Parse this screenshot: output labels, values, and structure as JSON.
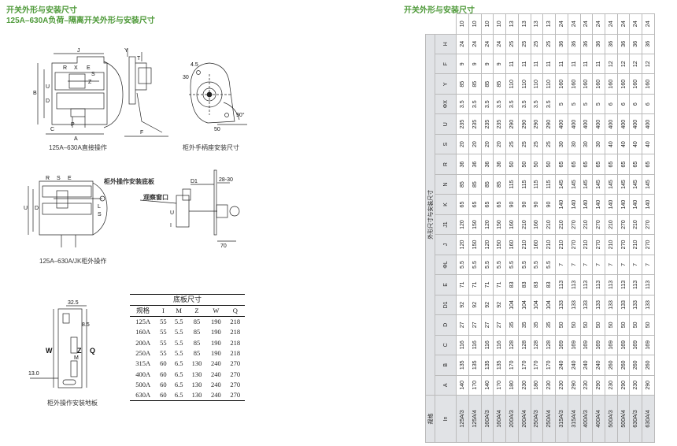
{
  "left_page": {
    "title": "开关外形与安装尺寸",
    "subtitle": "125A–630A负荷–隔离开关外形与安装尺寸",
    "figures": {
      "direct": {
        "caption": "125A–630A直接操作",
        "labels": [
          "J",
          "X",
          "R",
          "E",
          "S",
          "Z",
          "B",
          "U",
          "D",
          "P",
          "C",
          "A",
          "Y",
          "T",
          "F"
        ]
      },
      "handle": {
        "caption": "柜外手柄座安装尺寸",
        "labels": [
          "4.5",
          "30",
          "50",
          "90°"
        ]
      },
      "cabinet": {
        "caption": "125A–630A/JK柜外操作",
        "callout_base": "柜外操作安装底板",
        "callout_window": "观察窗口",
        "labels": [
          "R",
          "S",
          "E",
          "U",
          "D",
          "L",
          "S",
          "U",
          "I",
          "D1",
          "28-30",
          "70"
        ]
      },
      "base": {
        "caption": "柜外操作安装地板",
        "labels": [
          "32.5",
          "8.5",
          "W",
          "Z",
          "Q",
          "M",
          "13.0"
        ]
      }
    },
    "base_table": {
      "caption": "底板尺寸",
      "headers": [
        "规格",
        "I",
        "M",
        "Z",
        "W",
        "Q"
      ],
      "rows": [
        [
          "125A",
          "55",
          "5.5",
          "85",
          "190",
          "218"
        ],
        [
          "160A",
          "55",
          "5.5",
          "85",
          "190",
          "218"
        ],
        [
          "200A",
          "55",
          "5.5",
          "85",
          "190",
          "218"
        ],
        [
          "250A",
          "55",
          "5.5",
          "85",
          "190",
          "218"
        ],
        [
          "315A",
          "60",
          "6.5",
          "130",
          "240",
          "270"
        ],
        [
          "400A",
          "60",
          "6.5",
          "130",
          "240",
          "270"
        ],
        [
          "500A",
          "60",
          "6.5",
          "130",
          "240",
          "270"
        ],
        [
          "630A",
          "60",
          "6.5",
          "130",
          "240",
          "270"
        ]
      ]
    }
  },
  "right_page": {
    "title": "开关外形与安装尺寸",
    "table": {
      "spec_label": "规格",
      "in_label": "In",
      "group_label": "外形尺寸与安装尺寸",
      "columns": [
        "A",
        "B",
        "C",
        "D",
        "D1",
        "E",
        "ΦL",
        "J",
        "J1",
        "K",
        "N",
        "R",
        "S",
        "U",
        "ΦX",
        "Y",
        "F",
        "H"
      ],
      "rows": [
        [
          "125A/3",
          "140",
          "135",
          "116",
          "27",
          "92",
          "71",
          "5.5",
          "120",
          "120",
          "65",
          "85",
          "36",
          "20",
          "235",
          "3.5",
          "85",
          "9",
          "24",
          "10"
        ],
        [
          "125A/4",
          "170",
          "135",
          "116",
          "27",
          "92",
          "71",
          "5.5",
          "150",
          "150",
          "65",
          "85",
          "36",
          "20",
          "235",
          "3.5",
          "85",
          "9",
          "24",
          "10"
        ],
        [
          "160A/3",
          "140",
          "135",
          "116",
          "27",
          "92",
          "71",
          "5.5",
          "120",
          "120",
          "65",
          "85",
          "36",
          "20",
          "235",
          "3.5",
          "85",
          "9",
          "24",
          "10"
        ],
        [
          "160A/4",
          "170",
          "135",
          "116",
          "27",
          "92",
          "71",
          "5.5",
          "150",
          "150",
          "65",
          "85",
          "36",
          "20",
          "235",
          "3.5",
          "85",
          "9",
          "24",
          "10"
        ],
        [
          "200A/3",
          "180",
          "170",
          "128",
          "35",
          "104",
          "83",
          "5.5",
          "160",
          "160",
          "90",
          "115",
          "50",
          "25",
          "290",
          "3.5",
          "110",
          "11",
          "25",
          "13"
        ],
        [
          "200A/4",
          "230",
          "170",
          "128",
          "35",
          "104",
          "83",
          "5.5",
          "210",
          "210",
          "90",
          "115",
          "50",
          "25",
          "290",
          "3.5",
          "110",
          "11",
          "25",
          "13"
        ],
        [
          "250A/3",
          "180",
          "170",
          "128",
          "35",
          "104",
          "83",
          "5.5",
          "160",
          "160",
          "90",
          "115",
          "50",
          "25",
          "290",
          "3.5",
          "110",
          "11",
          "25",
          "13"
        ],
        [
          "250A/4",
          "230",
          "170",
          "128",
          "35",
          "104",
          "83",
          "5.5",
          "210",
          "210",
          "90",
          "115",
          "50",
          "25",
          "290",
          "3.5",
          "110",
          "11",
          "25",
          "13"
        ],
        [
          "315A/3",
          "230",
          "240",
          "169",
          "50",
          "133",
          "113",
          "7",
          "210",
          "210",
          "140",
          "145",
          "65",
          "30",
          "400",
          "5",
          "160",
          "11",
          "36",
          "24"
        ],
        [
          "315A/4",
          "290",
          "240",
          "169",
          "50",
          "133",
          "113",
          "7",
          "270",
          "270",
          "140",
          "145",
          "65",
          "30",
          "400",
          "5",
          "160",
          "11",
          "36",
          "24"
        ],
        [
          "400A/3",
          "230",
          "240",
          "169",
          "50",
          "133",
          "113",
          "7",
          "210",
          "210",
          "140",
          "145",
          "65",
          "30",
          "400",
          "5",
          "160",
          "11",
          "36",
          "24"
        ],
        [
          "400A/4",
          "290",
          "240",
          "169",
          "50",
          "133",
          "113",
          "7",
          "270",
          "270",
          "140",
          "145",
          "65",
          "30",
          "400",
          "5",
          "160",
          "11",
          "36",
          "24"
        ],
        [
          "500A/3",
          "230",
          "260",
          "169",
          "50",
          "133",
          "113",
          "7",
          "210",
          "210",
          "140",
          "145",
          "65",
          "40",
          "400",
          "6",
          "160",
          "12",
          "36",
          "24"
        ],
        [
          "500A/4",
          "290",
          "260",
          "169",
          "50",
          "133",
          "113",
          "7",
          "270",
          "270",
          "140",
          "145",
          "65",
          "40",
          "400",
          "6",
          "160",
          "12",
          "36",
          "24"
        ],
        [
          "630A/3",
          "230",
          "260",
          "169",
          "50",
          "133",
          "113",
          "7",
          "210",
          "210",
          "140",
          "145",
          "65",
          "40",
          "400",
          "6",
          "160",
          "12",
          "36",
          "24"
        ],
        [
          "630A/4",
          "290",
          "260",
          "169",
          "50",
          "133",
          "113",
          "7",
          "270",
          "270",
          "140",
          "145",
          "65",
          "40",
          "400",
          "6",
          "160",
          "12",
          "36",
          "24"
        ]
      ]
    }
  },
  "colors": {
    "accent_green": "#4f9a3a",
    "table_header_gray": "#e1e3e6"
  }
}
